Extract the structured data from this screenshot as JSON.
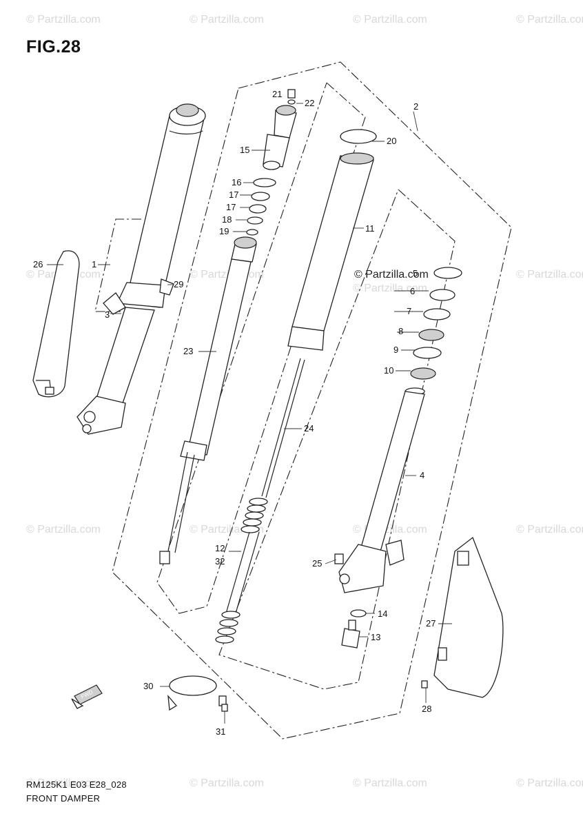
{
  "figure": {
    "title": "FIG.28"
  },
  "watermarks": [
    "© Partzilla.com",
    "© Partzilla.com",
    "© Partzilla.com",
    "© Partzilla.com",
    "© Partzilla.com",
    "© Partzilla.com",
    "© Partzilla.com",
    "© Partzilla.com",
    "© Partzilla.com",
    "© Partzilla.com",
    "© Partzilla.com",
    "© Partzilla.com",
    "© Partzilla.com",
    "© Partzilla.com",
    "© Partzilla.com",
    "© Partzilla.com"
  ],
  "brand_mark": "© Partzilla.com",
  "callouts": {
    "c1": "1",
    "c2": "2",
    "c3": "3",
    "c4": "4",
    "c5": "5",
    "c6": "6",
    "c7": "7",
    "c8": "8",
    "c9": "9",
    "c10": "10",
    "c11": "11",
    "c12": "12",
    "c13": "13",
    "c14": "14",
    "c15": "15",
    "c16": "16",
    "c17a": "17",
    "c17b": "17",
    "c18": "18",
    "c19": "19",
    "c20": "20",
    "c21": "21",
    "c22": "22",
    "c23": "23",
    "c24": "24",
    "c25": "25",
    "c26": "26",
    "c27": "27",
    "c28": "28",
    "c29": "29",
    "c30": "30",
    "c31": "31",
    "c32": "32"
  },
  "footer": {
    "code": "RM125K1 E03 E28_028",
    "name": "FRONT DAMPER"
  }
}
